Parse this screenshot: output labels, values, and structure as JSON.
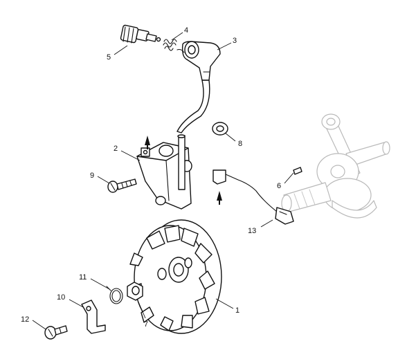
{
  "diagram": {
    "callouts": [
      {
        "id": "1",
        "label": "1"
      },
      {
        "id": "2",
        "label": "2"
      },
      {
        "id": "3",
        "label": "3"
      },
      {
        "id": "4",
        "label": "4"
      },
      {
        "id": "5",
        "label": "5"
      },
      {
        "id": "6",
        "label": "6"
      },
      {
        "id": "7",
        "label": "7"
      },
      {
        "id": "8",
        "label": "8"
      },
      {
        "id": "9",
        "label": "9"
      },
      {
        "id": "10",
        "label": "10"
      },
      {
        "id": "11",
        "label": "11"
      },
      {
        "id": "12",
        "label": "12"
      },
      {
        "id": "13",
        "label": "13"
      }
    ]
  },
  "colors": {
    "line": "#111111",
    "ghost_line": "#b9b9b9",
    "background": "#ffffff"
  }
}
